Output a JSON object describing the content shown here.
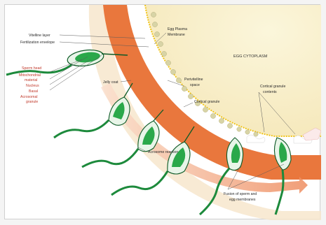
{
  "diagram": {
    "labels": {
      "vitelline_layer": "Vitelline layer",
      "fertilization_envelope": "Fertilization envelope",
      "egg_plasma_membrane_1": "Egg Plasma",
      "egg_plasma_membrane_2": "Membrane",
      "egg_cytoplasm": "EGG CYTOPLASM",
      "sperm_head": "Sperm head",
      "sperm_head_parts": [
        "Mitochondrial",
        "material",
        "Nucleus",
        "Basal",
        "Acrosomal",
        "granule"
      ],
      "jelly_coat": "Jelly coat",
      "perivitelline_space_1": "Perivitelline",
      "perivitelline_space_2": "space",
      "cortical_granule": "Cortical granule",
      "cortical_granule_contents_1": "Cortical granule",
      "cortical_granule_contents_2": "contents",
      "acrosome_reaction": "Acrosome reaction",
      "fusion_1": "Fusion of sperm and",
      "fusion_2": "egg membranes"
    },
    "colors": {
      "jelly_coat": "#f6e3c8",
      "vitelline": "#e9773d",
      "cytoplasm": "#f8f0cc",
      "granule": "#d7d3a4",
      "sperm_green": "#2aa84a",
      "sperm_dark": "#0d5a26",
      "arrow": "#f0a27a"
    }
  }
}
